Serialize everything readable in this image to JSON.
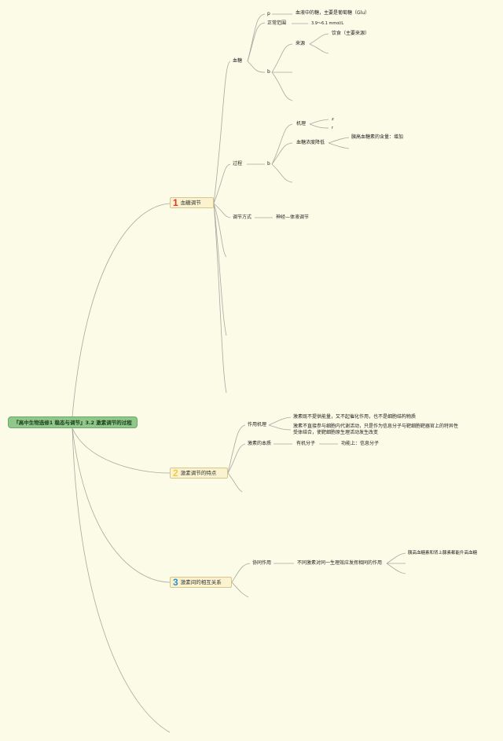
{
  "root": {
    "title": "『高中生物选修1 稳态与调节』3.2 激素调节的过程"
  },
  "branches": [
    {
      "num": "1",
      "label": "血糖调节",
      "color": "#e2322b"
    },
    {
      "num": "2",
      "label": "激素调节的特点",
      "color": "#f2cc3d"
    },
    {
      "num": "3",
      "label": "激素间的相互关系",
      "color": "#2e8fd0"
    }
  ],
  "b1": {
    "xuetang": "血糖",
    "p": "p",
    "p_desc": "血液中的糖，主要是葡萄糖（Glu）",
    "zhengchang": "正常范围",
    "zhengchang_val": "3.9～6.1 mmol/L",
    "b": "b",
    "laiyuan": "来源",
    "yinshi": "饮食（主要来源）",
    "guocheng": "过程",
    "b2": "b",
    "jili": "机理",
    "z": "z",
    "r": "r",
    "jiangdi": "血糖浓度降低",
    "yigaoxue": "胰高血糖素的含量：增加",
    "tiaojie": "调节方式",
    "shenjing": "神经—体液调节"
  },
  "b2": {
    "zuoyong": "作用机理",
    "item1": "激素既不提供能量，又不起催化作用，也不是细胞结构物质",
    "item2": "激素不直接参与细胞内代谢活动，只是作为信息分子与靶细胞靶器官上的特异性受体结合，使靶细胞原生理活动发生改变",
    "benzhi": "激素的本质",
    "youji": "有机分子",
    "gongneng": "功能上：信息分子"
  },
  "b3": {
    "xietong": "协同作用",
    "xietong_def": "不同激素对同一生理效应发挥相同的作用",
    "xietong_ex": "胰高血糖素和肾上腺素都能升高血糖"
  },
  "colors": {
    "line": "#a8a8a0",
    "background": "#fbfbe8"
  }
}
